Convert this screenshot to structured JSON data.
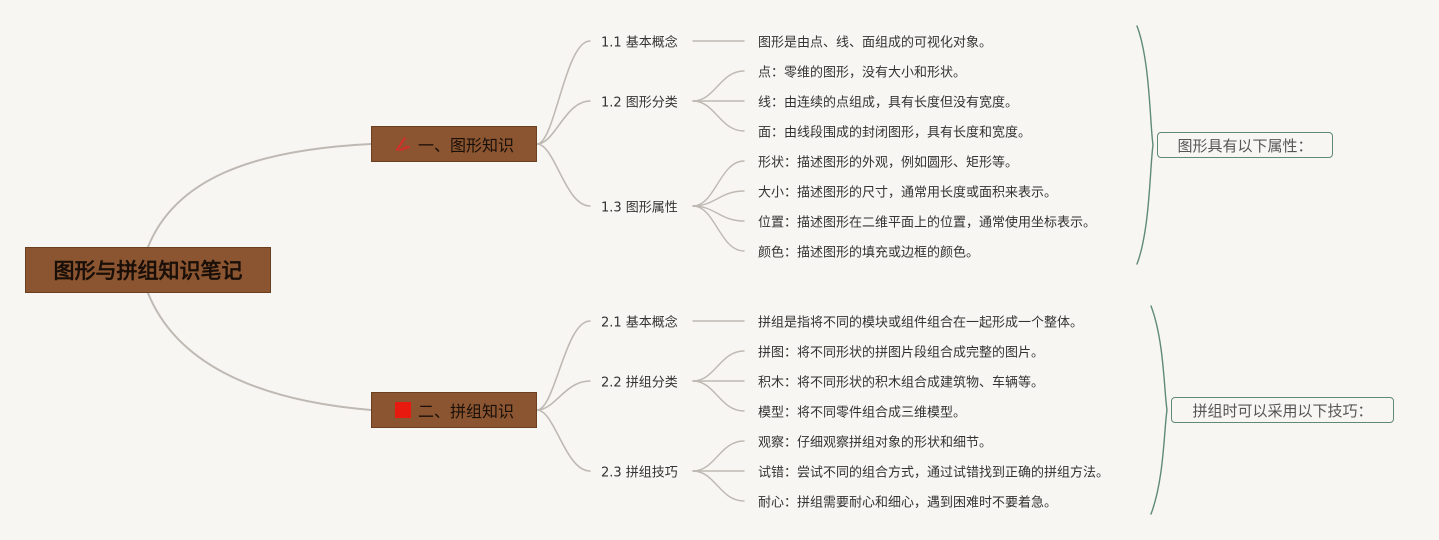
{
  "root": {
    "label": "图形与拼组知识笔记"
  },
  "branches": [
    {
      "label": "一、图形知识",
      "icon": "pencil-ruler-icon",
      "icon_color": "#d0302a",
      "note": "图形具有以下属性：",
      "subs": [
        {
          "label": "1.1 基本概念",
          "leaves": [
            "图形是由点、线、面组成的可视化对象。"
          ]
        },
        {
          "label": "1.2 图形分类",
          "leaves": [
            "点：零维的图形，没有大小和形状。",
            "线：由连续的点组成，具有长度但没有宽度。",
            "面：由线段围成的封闭图形，具有长度和宽度。"
          ]
        },
        {
          "label": "1.3 图形属性",
          "leaves": [
            "形状：描述图形的外观，例如圆形、矩形等。",
            "大小：描述图形的尺寸，通常用长度或面积来表示。",
            "位置：描述图形在二维平面上的位置，通常使用坐标表示。",
            "颜色：描述图形的填充或边框的颜色。"
          ]
        }
      ]
    },
    {
      "label": "二、拼组知识",
      "icon": "red-square-icon",
      "icon_color": "#e8190e",
      "note": "拼组时可以采用以下技巧：",
      "subs": [
        {
          "label": "2.1 基本概念",
          "leaves": [
            "拼组是指将不同的模块或组件组合在一起形成一个整体。"
          ]
        },
        {
          "label": "2.2 拼组分类",
          "leaves": [
            "拼图：将不同形状的拼图片段组合成完整的图片。",
            "积木：将不同形状的积木组合成建筑物、车辆等。",
            "模型：将不同零件组合成三维模型。"
          ]
        },
        {
          "label": "2.3 拼组技巧",
          "leaves": [
            "观察：仔细观察拼组对象的形状和细节。",
            "试错：尝试不同的组合方式，通过试错找到正确的拼组方法。",
            "耐心：拼组需要耐心和细心，遇到困难时不要着急。"
          ]
        }
      ]
    }
  ]
}
